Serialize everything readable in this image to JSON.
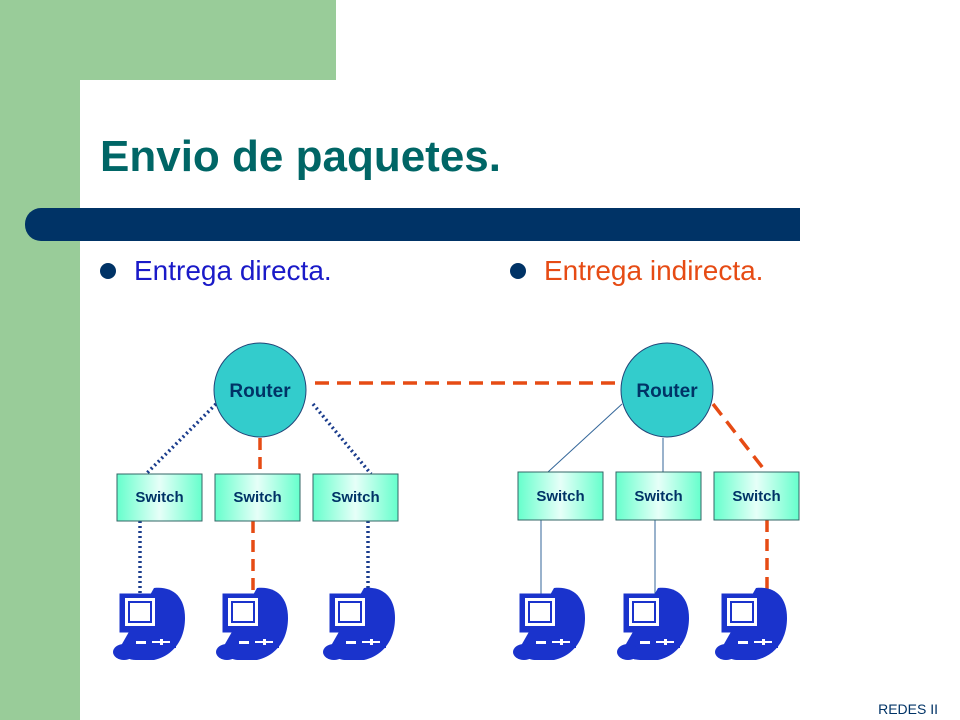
{
  "slide": {
    "title": "Envio de paquetes.",
    "footer": "REDES II"
  },
  "bullets": [
    {
      "text": "Entrega directa.",
      "color": "#1A1AC8"
    },
    {
      "text": "Entrega indirecta.",
      "color": "#E64B14"
    }
  ],
  "diagram": {
    "router_label": "Router",
    "switch_label": "Switch",
    "colors": {
      "router_fill": "#33CCCC",
      "switch_fill": "#66FFCC",
      "red_dashed": "#E64B14",
      "blue_dotted": "#1A3C8C",
      "thin_line": "#336699",
      "computer": "#1A33CC"
    }
  },
  "colors": {
    "sidebar_green": "#99CC99",
    "title": "#006666",
    "title_bar": "#003366"
  }
}
